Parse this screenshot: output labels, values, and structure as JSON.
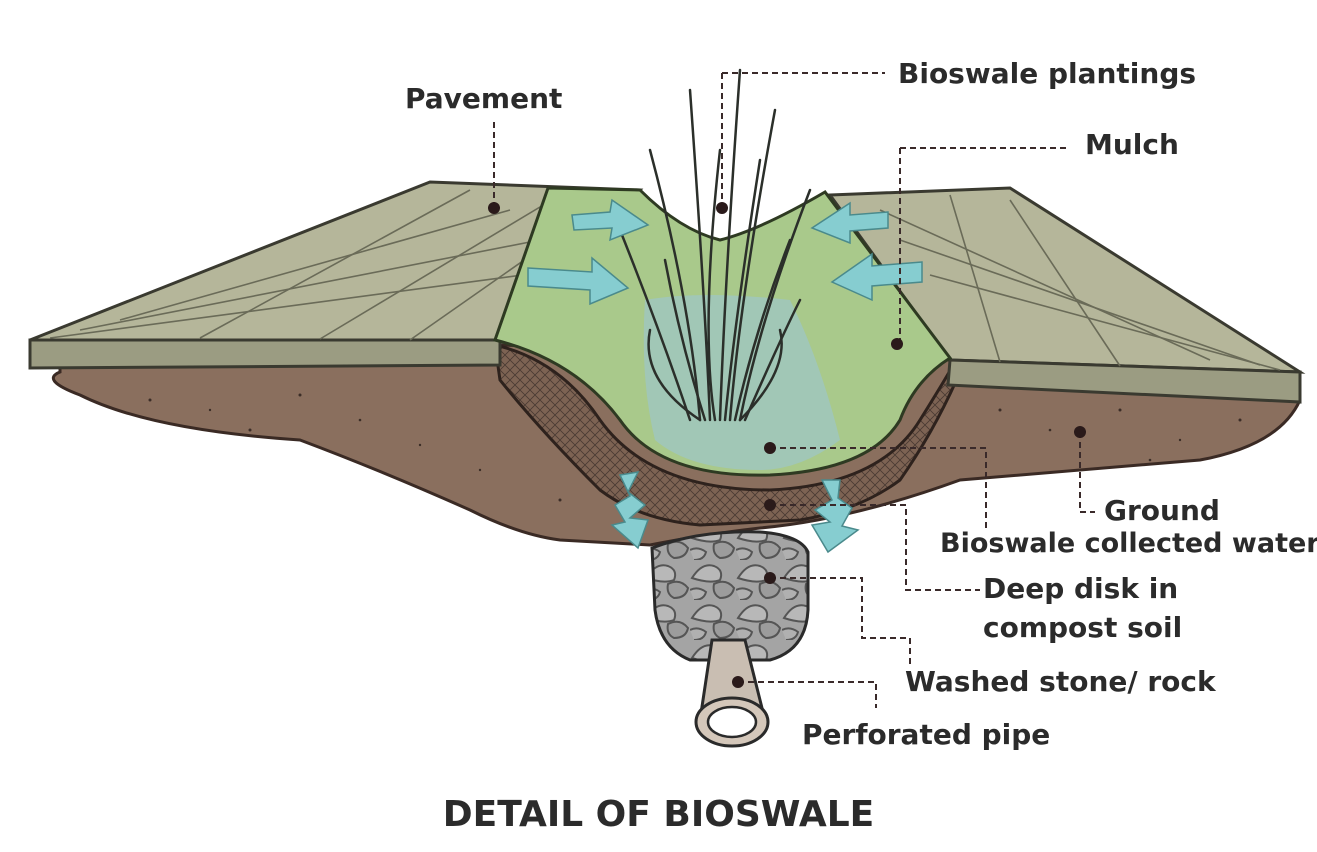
{
  "title": "DETAIL OF BIOSWALE",
  "labels": {
    "pavement": "Pavement",
    "plantings": "Bioswale plantings",
    "mulch": "Mulch",
    "ground": "Ground",
    "collected_water": "Bioswale collected water",
    "deep_disk_line1": "Deep disk in",
    "deep_disk_line2": "compost soil",
    "washed_stone": "Washed stone/ rock",
    "perforated_pipe": "Perforated pipe"
  },
  "colors": {
    "pavement_top": "#b5b69a",
    "pavement_edge": "#9b9c82",
    "mulch": "#a9c98b",
    "soil": "#8a6f5e",
    "water": "#9fc6c4",
    "arrow": "#86cdd0",
    "stone": "#a3a3a3",
    "leader": "#3a2a2a"
  }
}
